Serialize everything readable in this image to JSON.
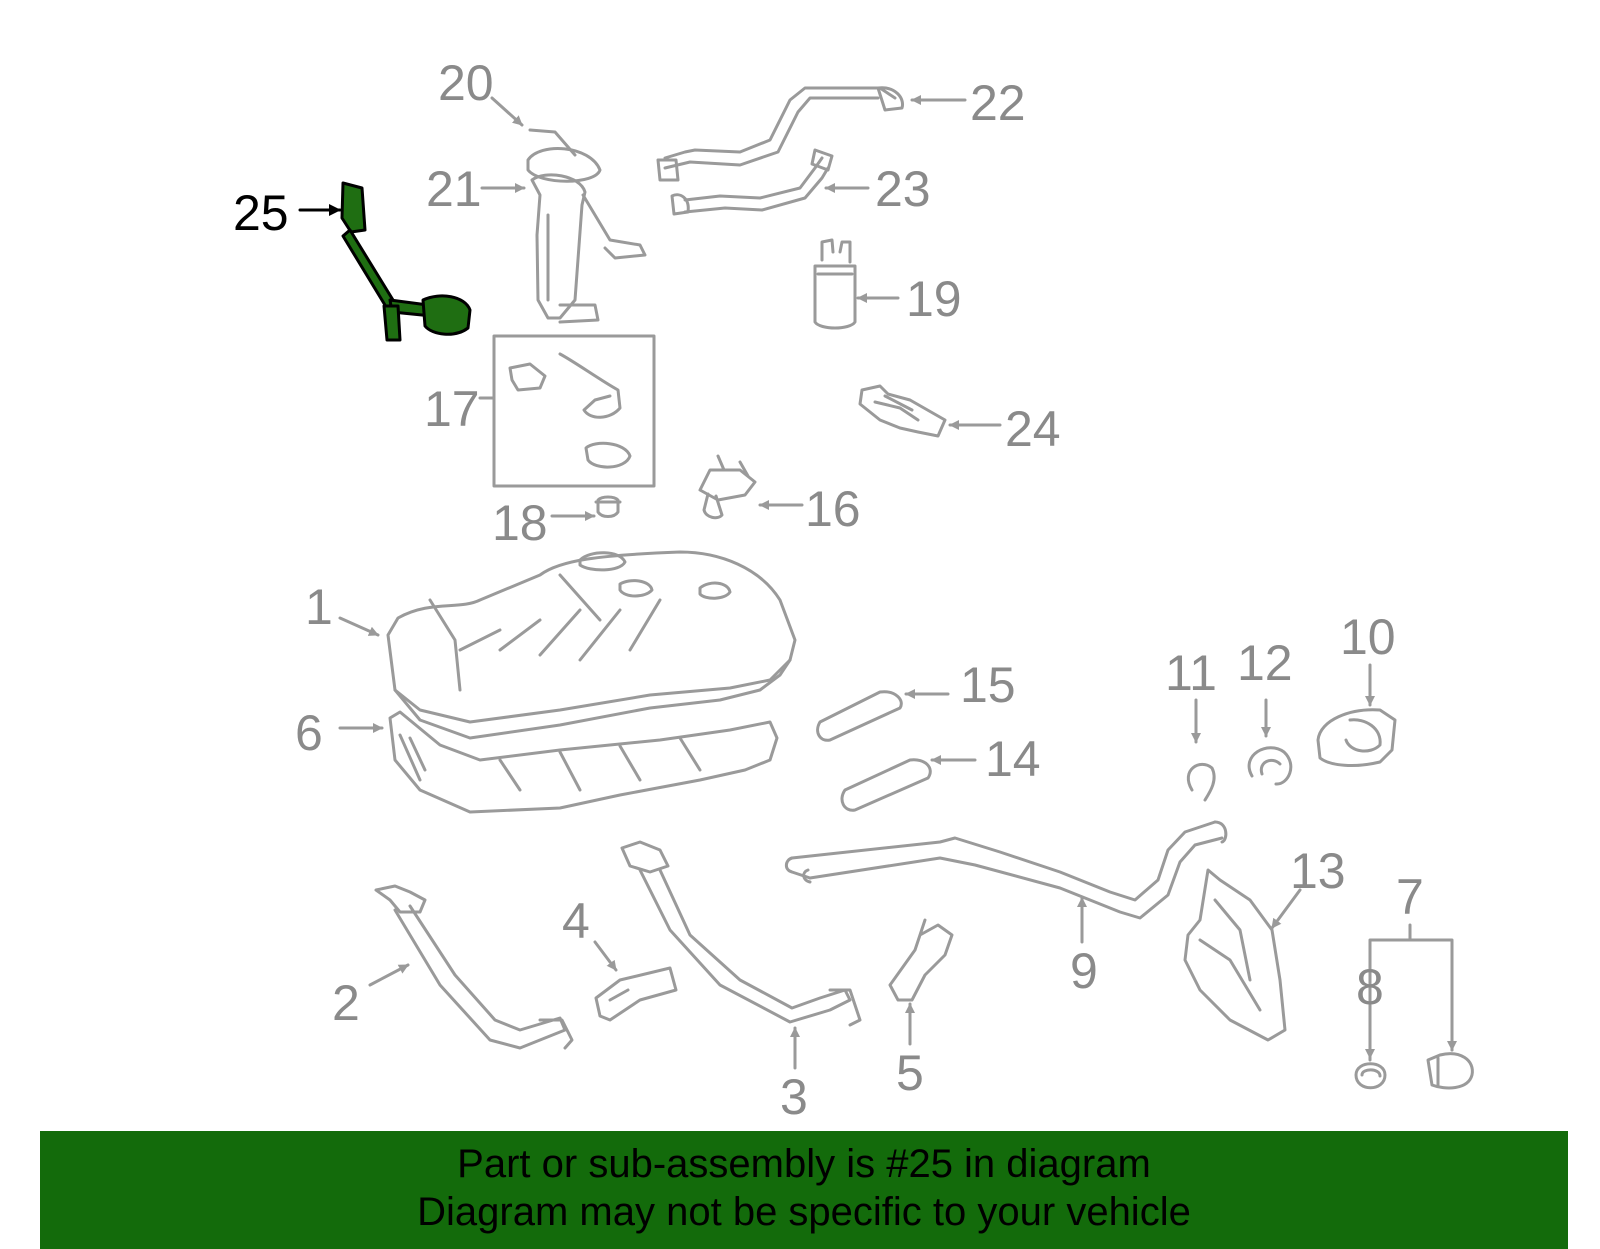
{
  "callouts": {
    "n1": "1",
    "n2": "2",
    "n3": "3",
    "n4": "4",
    "n5": "5",
    "n6": "6",
    "n7": "7",
    "n8": "8",
    "n9": "9",
    "n10": "10",
    "n11": "11",
    "n12": "12",
    "n13": "13",
    "n14": "14",
    "n15": "15",
    "n16": "16",
    "n17": "17",
    "n18": "18",
    "n19": "19",
    "n20": "20",
    "n21": "21",
    "n22": "22",
    "n23": "23",
    "n24": "24",
    "n25": "25"
  },
  "highlight": {
    "part": "25",
    "color": "#136b0b"
  },
  "colors": {
    "line": "#9a9a9a",
    "banner": "#136b0b",
    "part_fill": "#1f6e12"
  },
  "footer": {
    "line1": "Part or sub-assembly is #25 in diagram",
    "line2": "Diagram may not be specific to your vehicle"
  }
}
